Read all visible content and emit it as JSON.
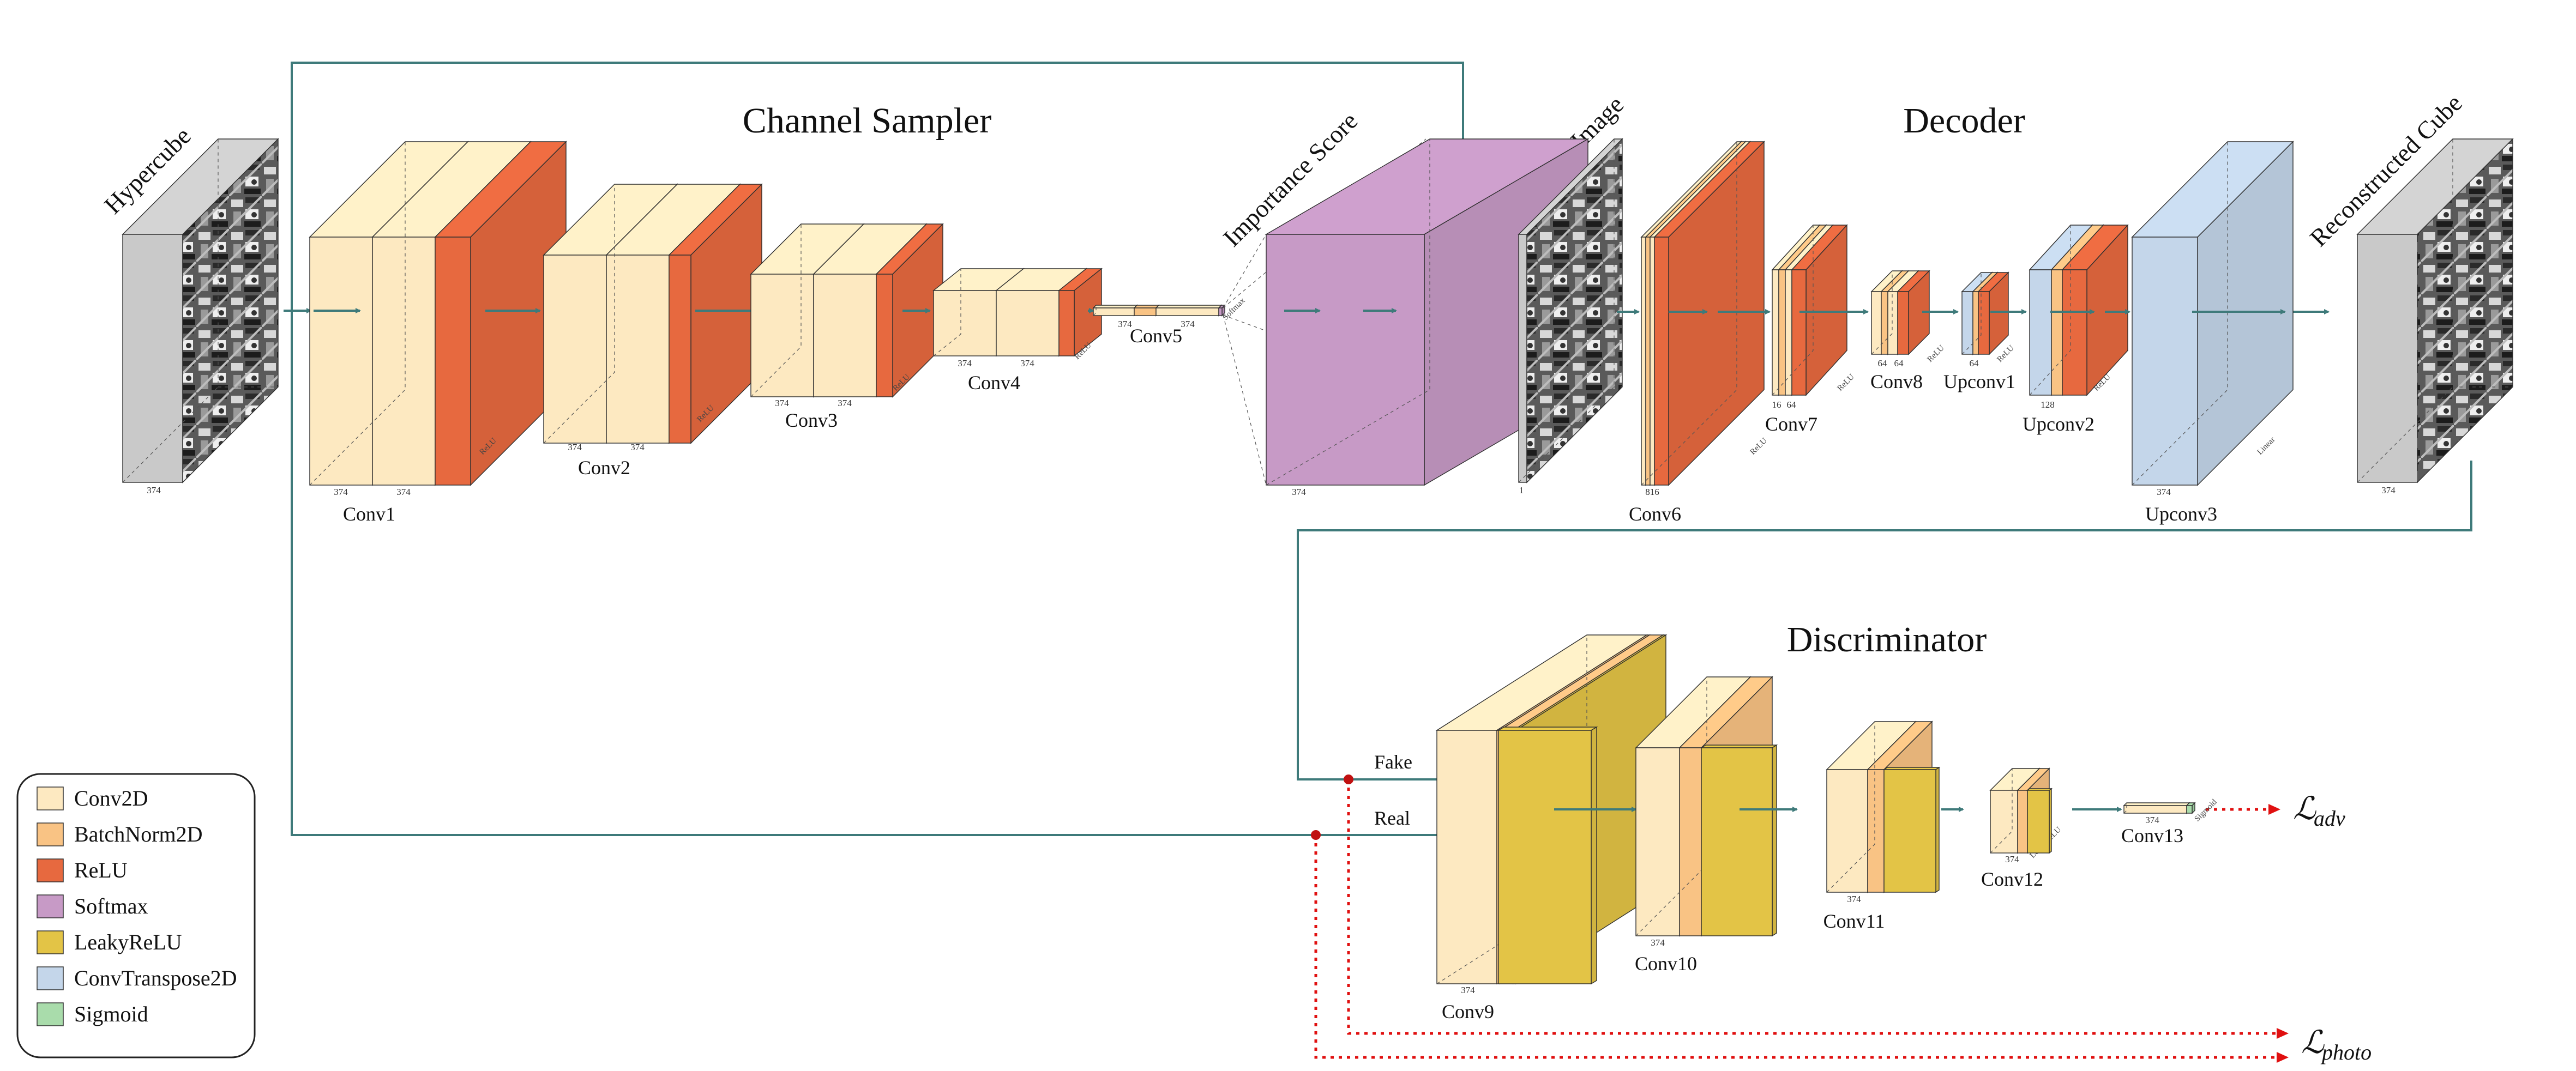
{
  "sections": {
    "channel_sampler": "Channel Sampler",
    "decoder": "Decoder",
    "discriminator": "Discriminator"
  },
  "io_labels": {
    "hypercube": "Hypercube",
    "importance_score": "Importance Score",
    "compressed_image": "Compressed Image",
    "reconstructed_cube": "Reconstructed Cube",
    "fake": "Fake",
    "real": "Real"
  },
  "blocks": {
    "conv1": "Conv1",
    "conv2": "Conv2",
    "conv3": "Conv3",
    "conv4": "Conv4",
    "conv5": "Conv5",
    "conv6": "Conv6",
    "conv7": "Conv7",
    "conv8": "Conv8",
    "upconv1": "Upconv1",
    "upconv2": "Upconv2",
    "upconv3": "Upconv3",
    "conv9": "Conv9",
    "conv10": "Conv10",
    "conv11": "Conv11",
    "conv12": "Conv12",
    "conv13": "Conv13"
  },
  "dims": {
    "hypercube": "374",
    "conv1_a": "374",
    "conv1_b": "374",
    "conv2_a": "374",
    "conv2_b": "374",
    "conv3_a": "374",
    "conv3_b": "374",
    "conv4_a": "374",
    "conv4_b": "374",
    "conv5_a": "374",
    "conv5_b": "374",
    "importance": "374",
    "compressed": "1",
    "conv6": "816",
    "conv7_a": "16",
    "conv7_b": "64",
    "conv8_a": "64",
    "conv8_b": "64",
    "upconv1": "64",
    "upconv2": "128",
    "upconv3": "374",
    "reconstructed": "374",
    "conv9": "374",
    "conv10": "374",
    "conv11": "374",
    "conv12": "374",
    "conv13": "374"
  },
  "activations": {
    "relu": "ReLU",
    "softmax": "Softmax",
    "linear": "Linear",
    "leaky": "LeakyReLU",
    "sigmoid": "Sigmoid"
  },
  "losses": {
    "adv_symbol": "ℒ",
    "adv_sub": "adv",
    "photo_symbol": "ℒ",
    "photo_sub": "photo"
  },
  "legend": [
    {
      "label": "Conv2D",
      "color": "#fde9c1"
    },
    {
      "label": "BatchNorm2D",
      "color": "#f9c384"
    },
    {
      "label": "ReLU",
      "color": "#e7693f"
    },
    {
      "label": "Softmax",
      "color": "#c79ac6"
    },
    {
      "label": "LeakyReLU",
      "color": "#e3c446"
    },
    {
      "label": "ConvTranspose2D",
      "color": "#c4d6ea"
    },
    {
      "label": "Sigmoid",
      "color": "#a9dcab"
    }
  ],
  "colors": {
    "conv2d": "#fde9c1",
    "batchnorm": "#f9c384",
    "relu": "#e7693f",
    "softmax": "#c79ac6",
    "leaky": "#e3c446",
    "convtranspose": "#c4d6ea",
    "sigmoid": "#a9dcab",
    "cube": "#cccccc",
    "connector": "#3e7a7a",
    "loss": "#e01010"
  }
}
